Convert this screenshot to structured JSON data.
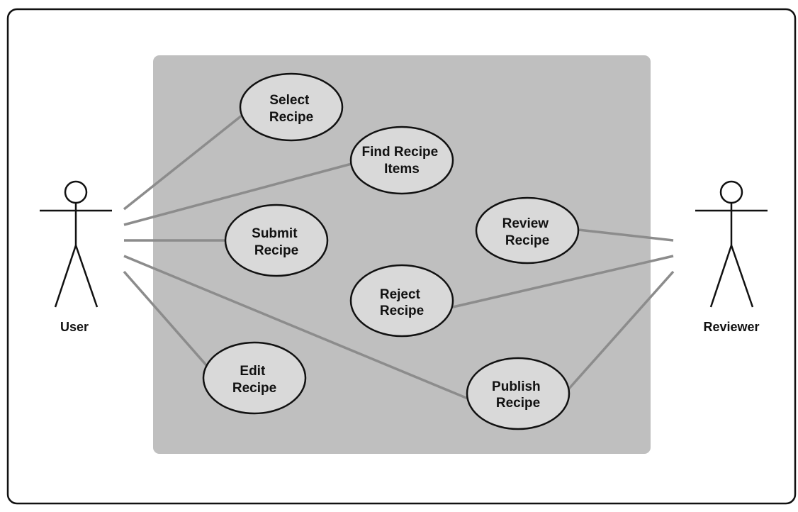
{
  "colors": {
    "frame_border": "#111111",
    "system_boundary_fill": "#bfbfbf",
    "use_case_fill": "#d9d9d9",
    "use_case_stroke": "#111111",
    "association_line": "#8c8c8c",
    "actor_stroke": "#111111"
  },
  "actors": {
    "user": {
      "label": "User"
    },
    "reviewer": {
      "label": "Reviewer"
    }
  },
  "use_cases": {
    "select_recipe": {
      "line1": "Select",
      "line2": "Recipe"
    },
    "find_recipe_items": {
      "line1": "Find Recipe",
      "line2": "Items"
    },
    "submit_recipe": {
      "line1": "Submit",
      "line2": "Recipe"
    },
    "review_recipe": {
      "line1": "Review",
      "line2": "Recipe"
    },
    "reject_recipe": {
      "line1": "Reject",
      "line2": "Recipe"
    },
    "edit_recipe": {
      "line1": "Edit",
      "line2": "Recipe"
    },
    "publish_recipe": {
      "line1": "Publish",
      "line2": "Recipe"
    }
  }
}
